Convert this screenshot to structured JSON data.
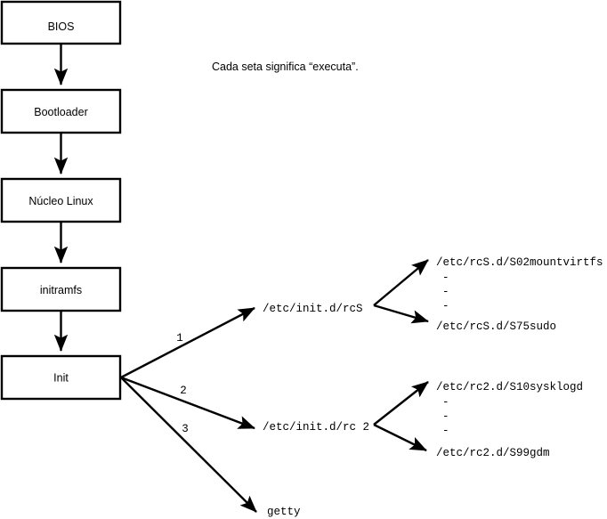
{
  "diagram": {
    "title": "Linux boot sequence flowchart",
    "caption": "Cada seta significa “executa”.",
    "colors": {
      "background": "#ffffff",
      "stroke": "#000000",
      "fill": "#ffffff"
    },
    "boxes": [
      {
        "id": "bios",
        "label": "BIOS"
      },
      {
        "id": "bootloader",
        "label": "Bootloader"
      },
      {
        "id": "kernel",
        "label": "Núcleo Linux"
      },
      {
        "id": "initramfs",
        "label": "initramfs"
      },
      {
        "id": "init",
        "label": "Init"
      }
    ],
    "edge_numbers": [
      {
        "id": "edge-num-1",
        "label": "1"
      },
      {
        "id": "edge-num-2",
        "label": "2"
      },
      {
        "id": "edge-num-3",
        "label": "3"
      }
    ],
    "init_targets": [
      {
        "id": "rcs",
        "label": "/etc/init.d/rcS"
      },
      {
        "id": "rc2",
        "label": "/etc/init.d/rc 2"
      },
      {
        "id": "getty",
        "label": "getty"
      }
    ],
    "rcs_scripts": {
      "first": "/etc/rcS.d/S02mountvirtfs",
      "ellipsis": [
        "-",
        "-",
        "-"
      ],
      "last": "/etc/rcS.d/S75sudo"
    },
    "rc2_scripts": {
      "first": "/etc/rc2.d/S10sysklogd",
      "ellipsis": [
        "-",
        "-",
        "-"
      ],
      "last": "/etc/rc2.d/S99gdm"
    }
  }
}
